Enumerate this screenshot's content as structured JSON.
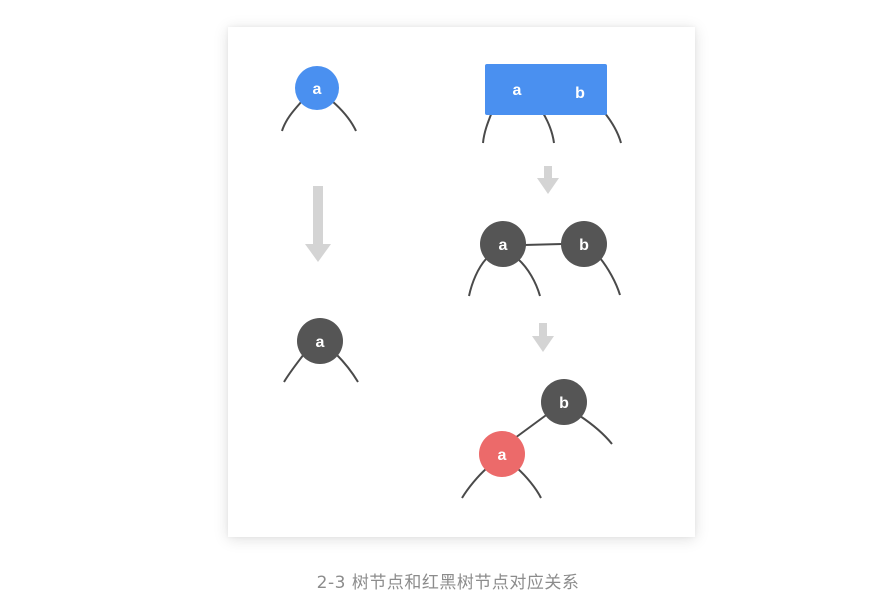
{
  "colors": {
    "blue_node": "#4a90f0",
    "black_node": "#555555",
    "red_node": "#ec6a6a",
    "edge": "#4a4a4a",
    "arrow": "#d4d4d4",
    "caption": "#8c8c8c"
  },
  "left": {
    "two_node": {
      "label": "a"
    },
    "rb_node": {
      "label": "a"
    }
  },
  "right": {
    "three_node": {
      "label_a": "a",
      "label_b": "b"
    },
    "split_node_a": {
      "label": "a"
    },
    "split_node_b": {
      "label": "b"
    },
    "lean_node_b": {
      "label": "b"
    },
    "lean_node_a": {
      "label": "a"
    }
  },
  "caption": "2-3 树节点和红黑树节点对应关系"
}
